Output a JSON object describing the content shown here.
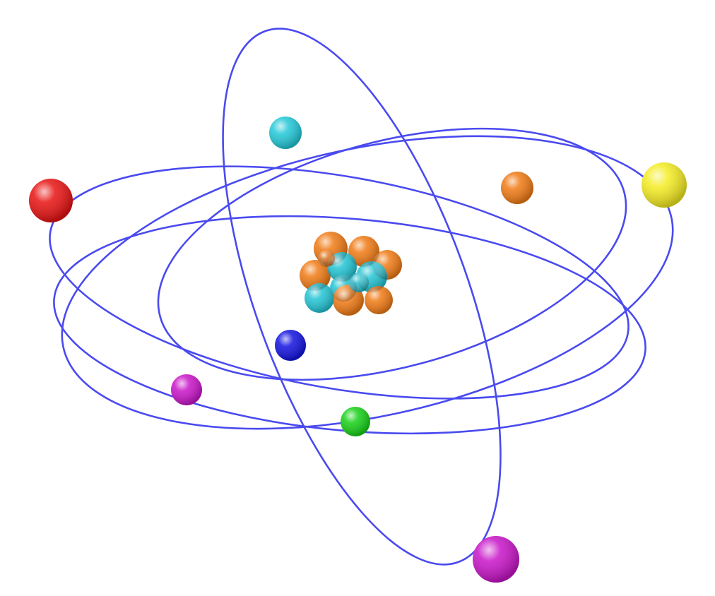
{
  "diagram": {
    "subject": "atom",
    "background_color": "#ffffff",
    "orbit_color": "#4a4af0",
    "orbit_count": 5,
    "nucleus": {
      "proton_color": "#f07a14",
      "neutron_color": "#22c4d4",
      "proton_count": 7,
      "neutron_count": 5
    },
    "electrons": [
      {
        "name": "electron-red",
        "color": "#e81212"
      },
      {
        "name": "electron-cyan",
        "color": "#22c8d8"
      },
      {
        "name": "electron-orange",
        "color": "#f07a14"
      },
      {
        "name": "electron-yellow",
        "color": "#f4ec22"
      },
      {
        "name": "electron-blue",
        "color": "#1212e0"
      },
      {
        "name": "electron-purple-small",
        "color": "#c814c8"
      },
      {
        "name": "electron-green",
        "color": "#16d016"
      },
      {
        "name": "electron-purple-large",
        "color": "#c814c8"
      }
    ]
  }
}
